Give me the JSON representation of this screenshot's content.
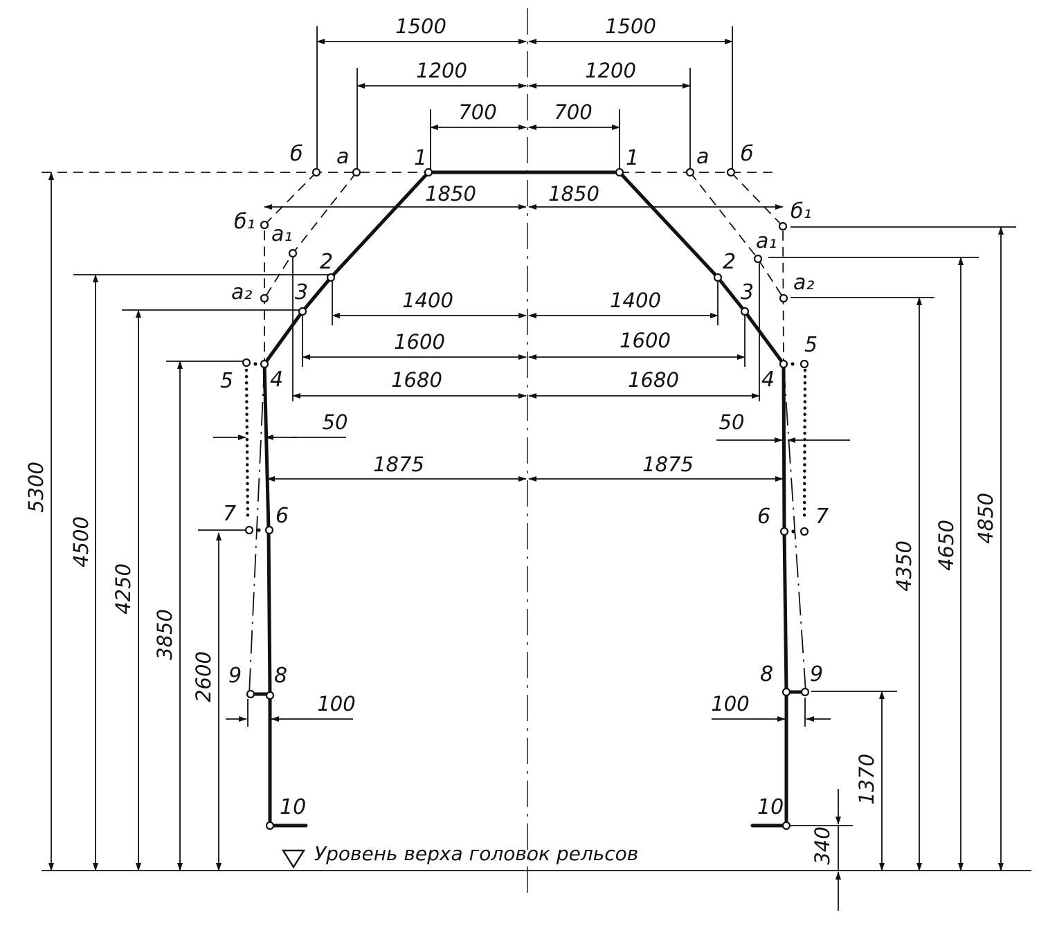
{
  "caption": "Уровень верха головок рельсов",
  "dims": {
    "h1500": "1500",
    "h1200": "1200",
    "h700": "700",
    "h1850": "1850",
    "h1400": "1400",
    "h1600": "1600",
    "h1680": "1680",
    "h50": "50",
    "h1875": "1875",
    "h100": "100",
    "v5300": "5300",
    "v4500": "4500",
    "v4250": "4250",
    "v3850": "3850",
    "v2600": "2600",
    "v4350": "4350",
    "v4650": "4650",
    "v4850": "4850",
    "v1370": "1370",
    "v340": "340"
  },
  "points": {
    "p1": "1",
    "p2": "2",
    "p3": "3",
    "p4": "4",
    "p5": "5",
    "p6": "6",
    "p7": "7",
    "p8": "8",
    "p9": "9",
    "p10": "10",
    "a": "a",
    "b": "б",
    "a1": "a₁",
    "a2": "a₂",
    "b1": "б₁"
  }
}
